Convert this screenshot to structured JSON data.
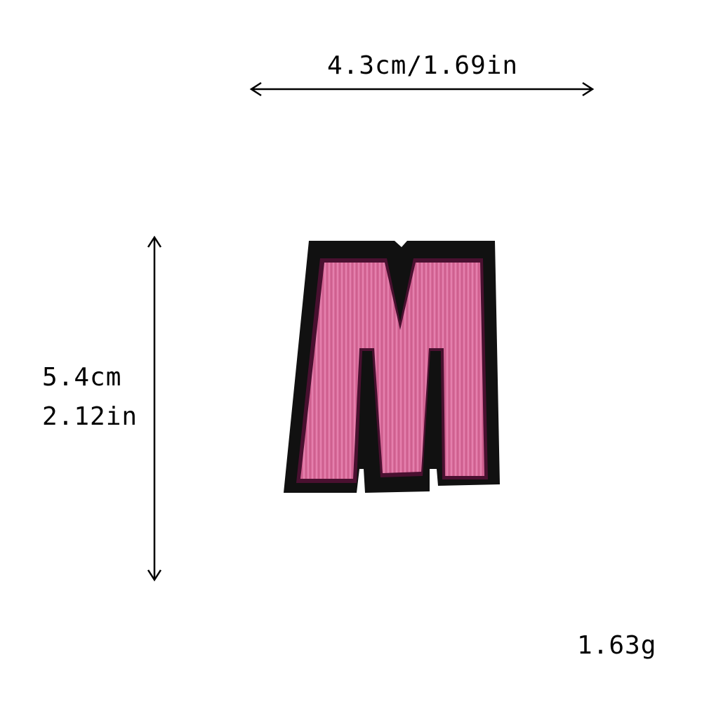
{
  "dimensions": {
    "width_label": "4.3cm/1.69in",
    "height_label_cm": "5.4cm",
    "height_label_in": "2.12in"
  },
  "weight_label": "1.63g",
  "product": {
    "letter": "M",
    "colors": {
      "fill": "#d96a9a",
      "outline": "#111111",
      "border_shadow": "#4a1030"
    }
  }
}
